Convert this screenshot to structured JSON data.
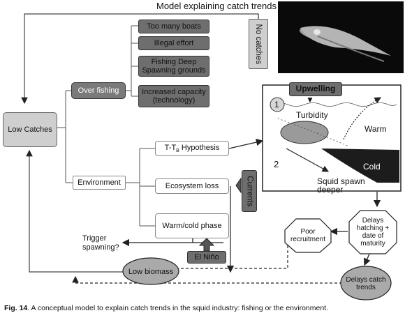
{
  "title": "Model explaining catch trends",
  "nodes": {
    "low_catches": "Low Catches",
    "over_fishing": "Over fishing",
    "too_many_boats": "Too many boats",
    "illegal_effort": "Illegal effort",
    "fishing_deep": "Fishing Deep Spawning grounds",
    "increased_capacity": "Increased capacity (technology)",
    "no_catches": "No catches",
    "environment": "Environment",
    "tt_hypothesis": "T-T",
    "tt_sub": "B",
    "tt_suffix": " Hypothesis",
    "ecosystem_loss": "Ecosystem loss",
    "warm_cold": "Warm/cold phase",
    "currents": "Currents",
    "el_nino": "El Niño",
    "trigger": "Trigger spawning?",
    "low_biomass": "Low biomass",
    "poor_recruitment": "Poor recruitment",
    "delays_hatching": "Delays hatching + date of maturity",
    "delays_catch": "Delays catch trends"
  },
  "panel": {
    "upwelling": "Upwelling",
    "one": "1",
    "two": "2",
    "turbidity": "Turbidity",
    "warm": "Warm",
    "cold": "Cold",
    "squid_spawn": "Squid spawn deeper"
  },
  "caption": {
    "label": "Fig. 14",
    "text": ". A conceptual model to explain catch trends in the squid industry: fishing or the environment."
  },
  "colors": {
    "dark_box": "#6e6e6e",
    "grey_box": "#cfcfcf",
    "line": "#333333"
  }
}
